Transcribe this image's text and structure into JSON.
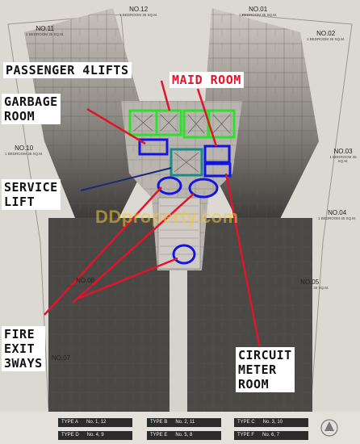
{
  "labels": {
    "passenger_lifts": "PASSENGER 4LIFTS",
    "maid_room": "MAID ROOM",
    "garbage_room": "GARBAGE\nROOM",
    "service_lift": "SERVICE\nLIFT",
    "fire_exit": "FIRE\nEXIT\n3WAYS",
    "circuit_meter_room": "CIRCUIT\nMETER\nROOM"
  },
  "units": {
    "no01": "NO.01",
    "no02": "NO.02",
    "no03": "NO.03",
    "no04": "NO.04",
    "no05": "NO.05",
    "no07": "NO.07",
    "no08": "NO.08",
    "no10": "NO.10",
    "no11": "NO.11",
    "no12": "NO.12",
    "bedroom_sub": "1 BEDROOM 35 SQ.M."
  },
  "watermark": "DDproperty.com",
  "legend": [
    {
      "type": "TYPE A",
      "units": "No. 1, 12"
    },
    {
      "type": "TYPE B",
      "units": "No. 2, 11"
    },
    {
      "type": "TYPE C",
      "units": "No. 3, 10"
    },
    {
      "type": "TYPE D",
      "units": "No. 4, 9"
    },
    {
      "type": "TYPE E",
      "units": "No. 5, 8"
    },
    {
      "type": "TYPE F",
      "units": "No. 6, 7"
    }
  ],
  "colors": {
    "lift_highlight": "#2ee02e",
    "service_highlight": "#1a8a8a",
    "room_highlight": "#1414e0",
    "pointer_red": "#e0142a",
    "pointer_navy": "#1a2a7a"
  }
}
